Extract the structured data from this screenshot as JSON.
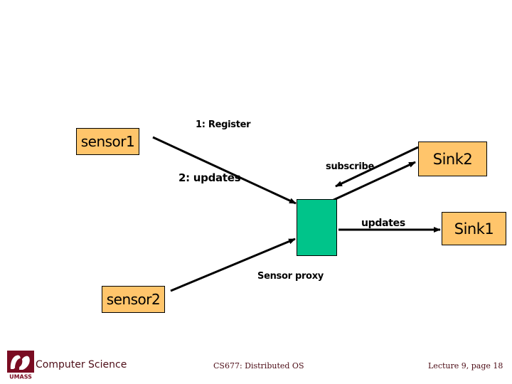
{
  "slide": {
    "nodes": {
      "sensor1": "sensor1",
      "sensor2": "sensor2",
      "sink1": "Sink1",
      "sink2": "Sink2",
      "proxy": ""
    },
    "labels": {
      "register": "1: Register",
      "updates_numbered": "2: updates",
      "subscribe": "subscribe",
      "updates": "updates",
      "sensor_proxy": "Sensor proxy"
    },
    "colors": {
      "node_fill": "#FFC56B",
      "proxy_fill": "#00C48A",
      "stroke": "#000000",
      "footer_text": "#4d0d17"
    }
  },
  "footer": {
    "department": "Computer Science",
    "course": "CS677: Distributed OS",
    "lecture": "Lecture 9, page 18",
    "logo_text": "UMASS"
  }
}
